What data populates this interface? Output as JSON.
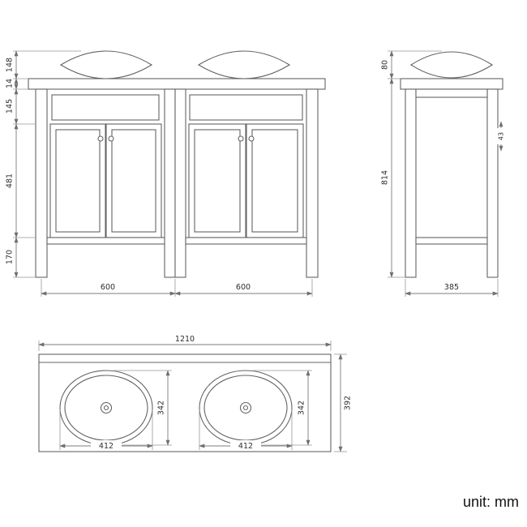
{
  "unit_label": "unit: mm",
  "front_view": {
    "dim_sink_height": "148",
    "dim_counter_thickness": "14",
    "dim_apron_height": "145",
    "dim_door_height": "481",
    "dim_leg_height": "170",
    "dim_width_left": "600",
    "dim_width_right": "600"
  },
  "side_view": {
    "dim_sink_height": "80",
    "dim_body_height": "814",
    "dim_depth": "385",
    "dim_knob": "43"
  },
  "plan_view": {
    "dim_total_width": "1210",
    "dim_total_depth": "392",
    "dim_basin_depth_left": "342",
    "dim_basin_depth_right": "342",
    "dim_basin_width_left": "412",
    "dim_basin_width_right": "412"
  }
}
